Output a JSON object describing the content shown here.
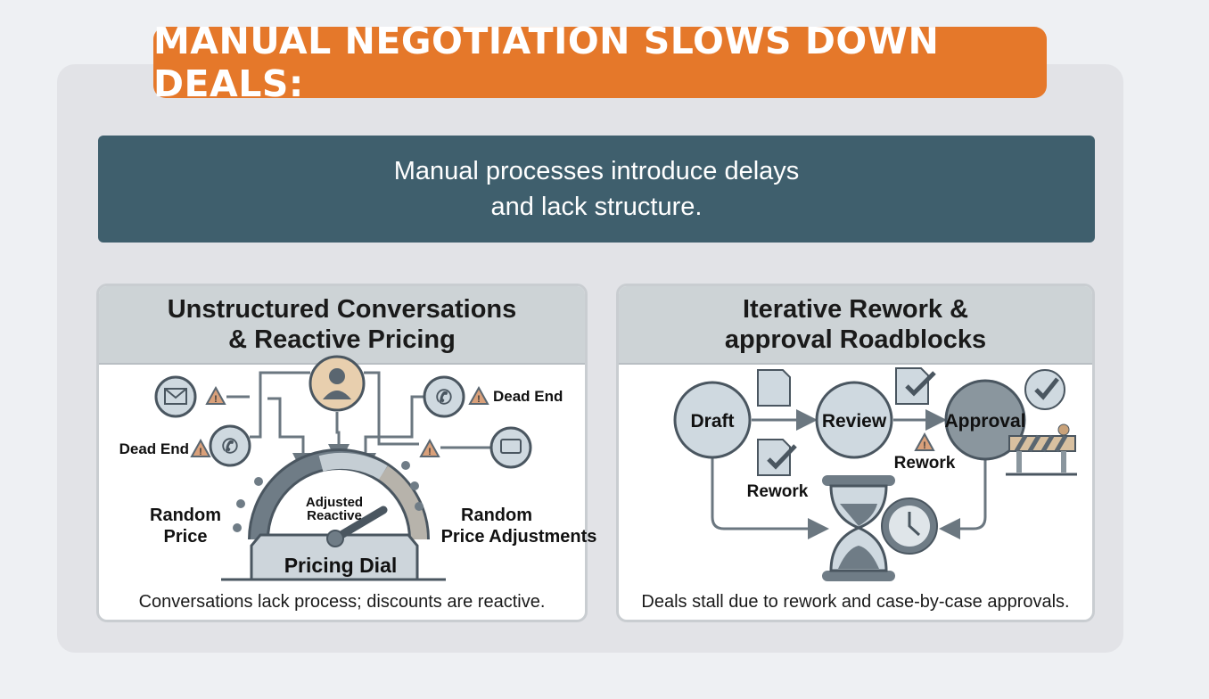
{
  "title": "MANUAL NEGOTIATION SLOWS DOWN DEALS:",
  "banner": {
    "line1": "Manual processes introduce delays",
    "line2": "and lack structure."
  },
  "left_card": {
    "title_line1": "Unstructured Conversations",
    "title_line2": "& Reactive Pricing",
    "dead_end_right": "Dead End",
    "dead_end_left": "Dead End",
    "random_price_1": "Random",
    "random_price_2": "Price",
    "random_adj_1": "Random",
    "random_adj_2": "Price Adjustments",
    "dial_label_1": "Adjusted",
    "dial_label_2": "Reactive",
    "dial_title": "Pricing Dial",
    "caption": "Conversations lack process; discounts are reactive."
  },
  "right_card": {
    "title_line1": "Iterative Rework &",
    "title_line2": "approval Roadblocks",
    "draft": "Draft",
    "review": "Review",
    "approval": "Approval",
    "rework_1": "Rework",
    "rework_2": "Rework",
    "caption": "Deals stall due to rework and case-by-case approvals."
  },
  "colors": {
    "accent": "#e5782a",
    "banner": "#3f5f6d",
    "icon_fill": "#cfd9e0",
    "stroke": "#5a6670",
    "warning": "#d9a07a"
  }
}
